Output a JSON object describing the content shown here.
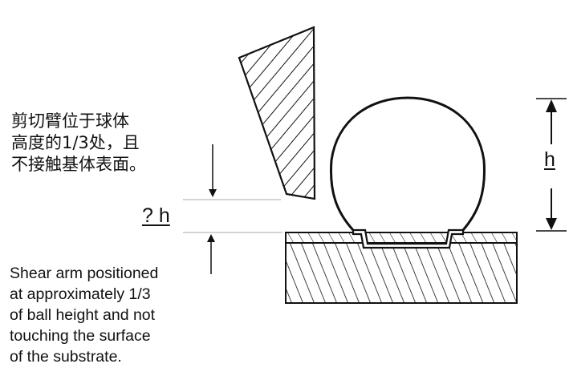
{
  "labels": {
    "chinese_note": "剪切臂位于球体\n高度的1/3处，且\n不接触基体表面。",
    "english_note": "Shear arm positioned\nat approximately 1/3\nof ball height and not\ntouching the surface\nof the substrate.",
    "ball_height": "h",
    "gap_height": "? h"
  }
}
